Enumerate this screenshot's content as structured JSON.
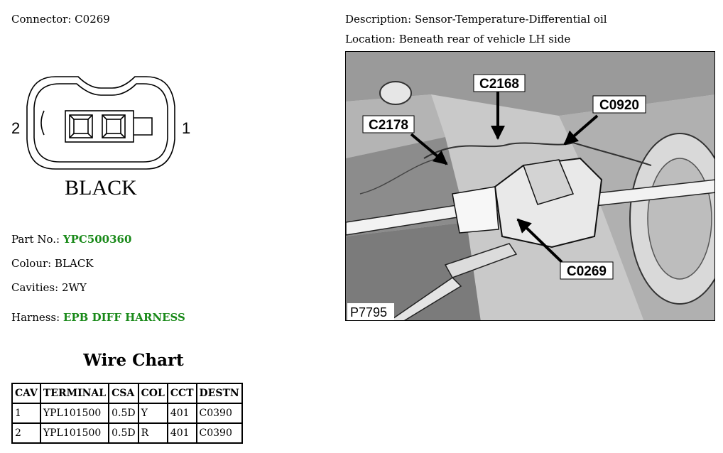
{
  "connector": {
    "label": "Connector:",
    "value": "C0269",
    "pin_left": "2",
    "pin_right": "1",
    "color_text": "BLACK"
  },
  "description": {
    "label": "Description:",
    "value": "Sensor-Temperature-Differential oil"
  },
  "location": {
    "label": "Location:",
    "value": "Beneath rear of vehicle LH side"
  },
  "photo": {
    "callouts": [
      "C2168",
      "C0920",
      "C2178",
      "C0269"
    ],
    "ref": "P7795"
  },
  "part": {
    "label": "Part No.:",
    "value": "YPC500360",
    "link_color": "#1a8a1a"
  },
  "colour": {
    "label": "Colour:",
    "value": "BLACK"
  },
  "cavities": {
    "label": "Cavities:",
    "value": "2WY"
  },
  "harness": {
    "label": "Harness:",
    "value": "EPB DIFF HARNESS"
  },
  "wire_chart": {
    "title": "Wire Chart",
    "headers": [
      "CAV",
      "TERMINAL",
      "CSA",
      "COL",
      "CCT",
      "DESTN"
    ],
    "rows": [
      [
        "1",
        "YPL101500",
        "0.5D",
        "Y",
        "401",
        "C0390"
      ],
      [
        "2",
        "YPL101500",
        "0.5D",
        "R",
        "401",
        "C0390"
      ]
    ]
  }
}
